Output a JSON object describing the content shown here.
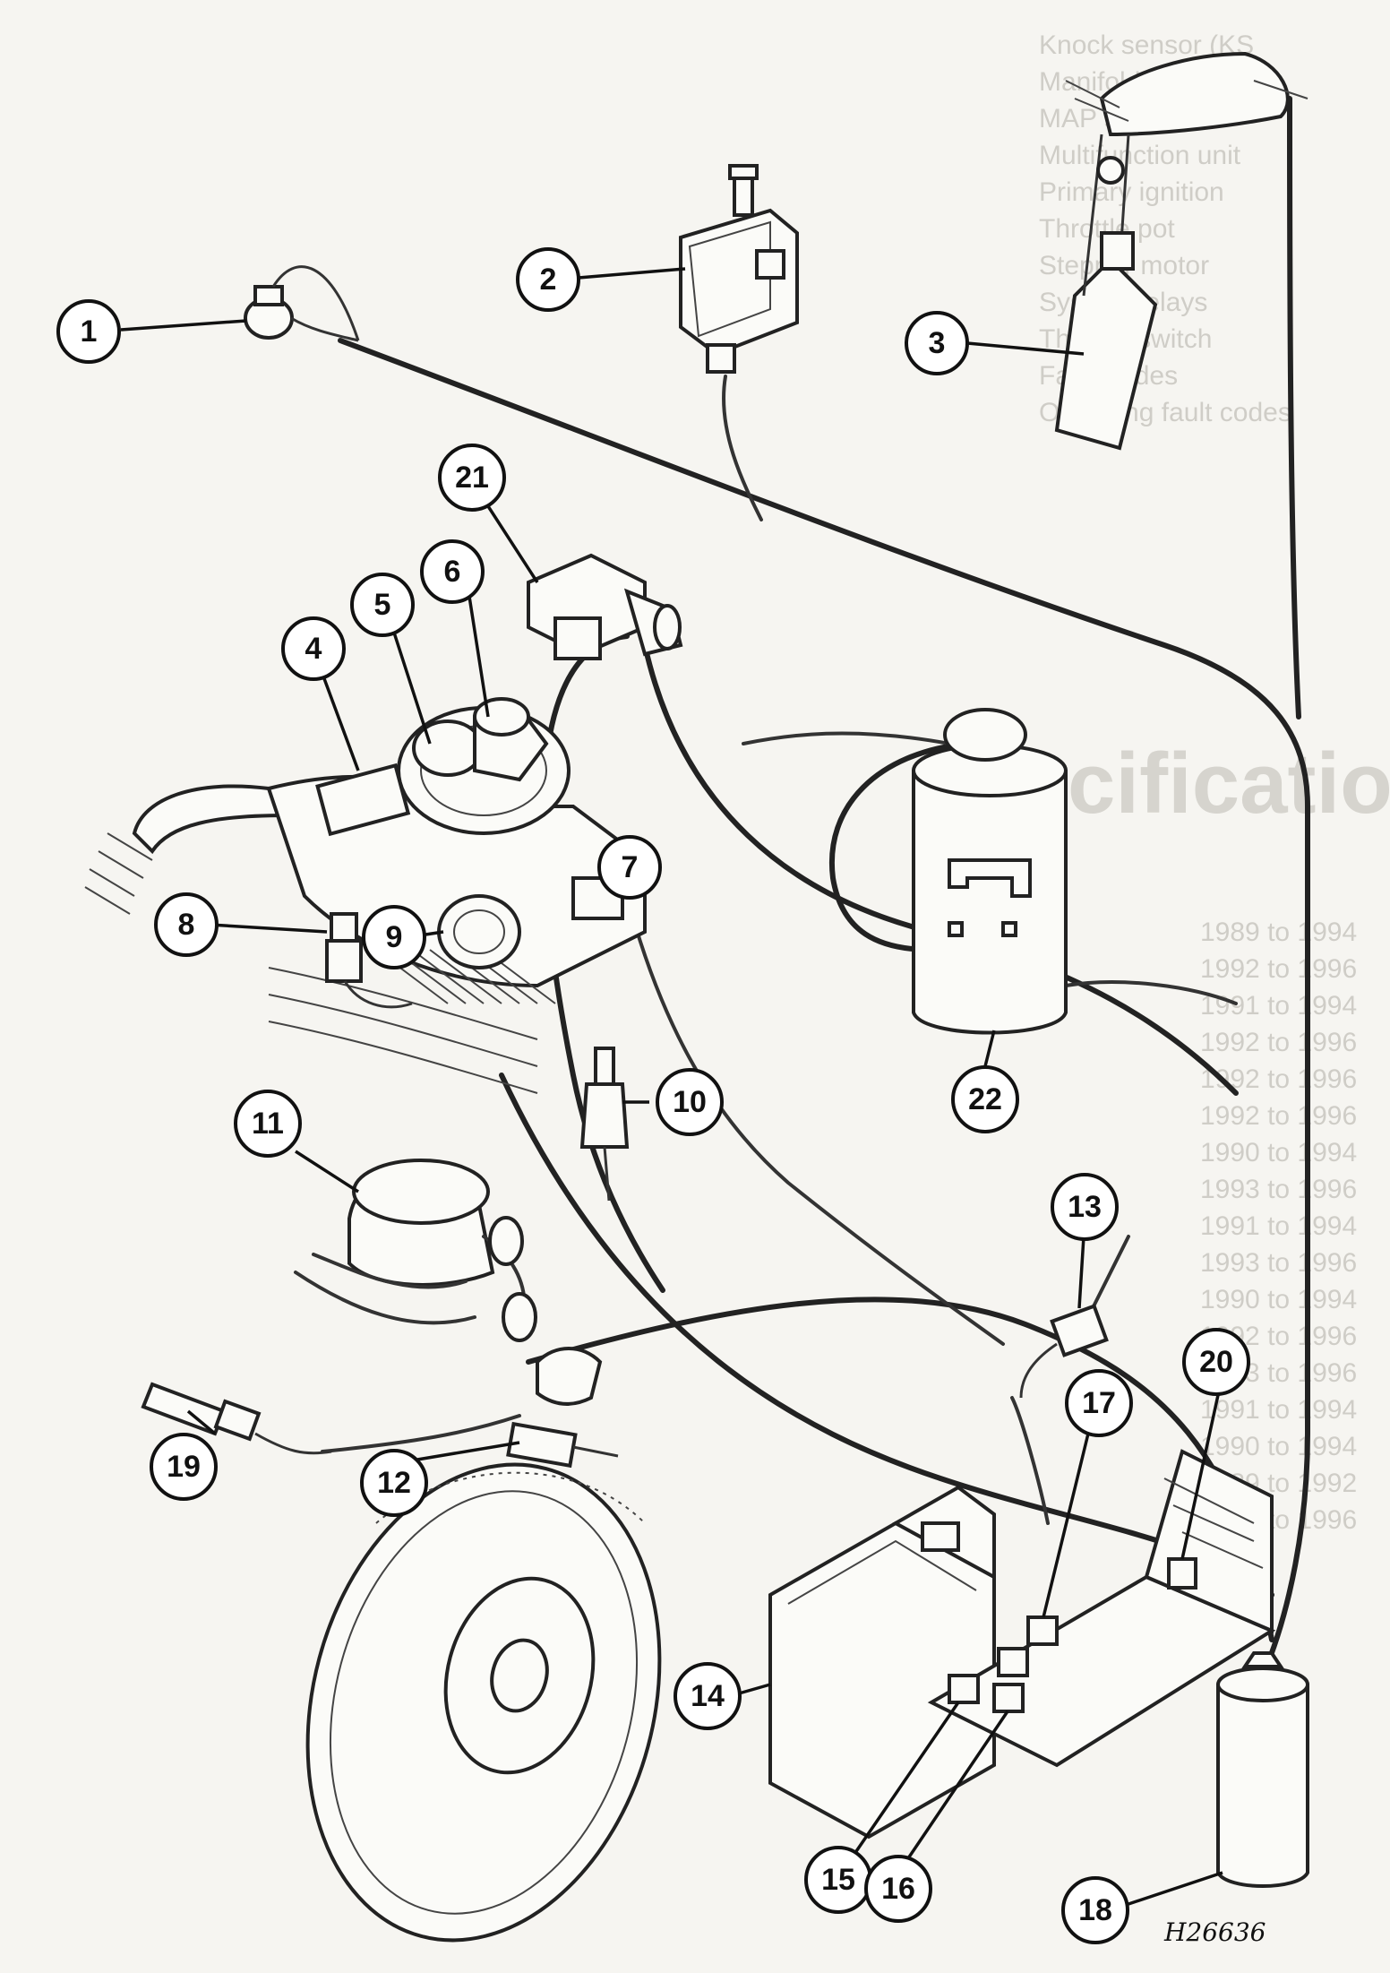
{
  "diagram": {
    "reference_code": "H26636",
    "callouts": [
      {
        "id": "c1",
        "label": "1"
      },
      {
        "id": "c2",
        "label": "2"
      },
      {
        "id": "c3",
        "label": "3"
      },
      {
        "id": "c4",
        "label": "4"
      },
      {
        "id": "c5",
        "label": "5"
      },
      {
        "id": "c6",
        "label": "6"
      },
      {
        "id": "c7",
        "label": "7"
      },
      {
        "id": "c8",
        "label": "8"
      },
      {
        "id": "c9",
        "label": "9"
      },
      {
        "id": "c10",
        "label": "10"
      },
      {
        "id": "c11",
        "label": "11"
      },
      {
        "id": "c12",
        "label": "12"
      },
      {
        "id": "c13",
        "label": "13"
      },
      {
        "id": "c14",
        "label": "14"
      },
      {
        "id": "c15",
        "label": "15"
      },
      {
        "id": "c16",
        "label": "16"
      },
      {
        "id": "c17",
        "label": "17"
      },
      {
        "id": "c18",
        "label": "18"
      },
      {
        "id": "c19",
        "label": "19"
      },
      {
        "id": "c20",
        "label": "20"
      },
      {
        "id": "c21",
        "label": "21"
      },
      {
        "id": "c22",
        "label": "22"
      }
    ]
  },
  "background_page": {
    "heading_fragment": "pecificatio",
    "list_left": [
      "Knock sensor (KS",
      "Manifold heater (",
      "MAP sensor",
      "Multifunction unit",
      "Primary ignition",
      "Throttle pot",
      "Stepper motor",
      "System relays",
      "Throttle switch",
      "Fault codes",
      "Obtaining fault codes"
    ],
    "years": [
      "1989 to 1994",
      "1992 to 1996",
      "1991 to 1994",
      "1992 to 1996",
      "1992 to 1996",
      "1992 to 1996",
      "1990 to 1994",
      "1993 to 1996",
      "1991 to 1994",
      "1993 to 1996",
      "1990 to 1994",
      "1992 to 1996",
      "1993 to 1996",
      "1991 to 1994",
      "1990 to 1994",
      "1989 to 1992",
      "1993 to 1996"
    ]
  }
}
